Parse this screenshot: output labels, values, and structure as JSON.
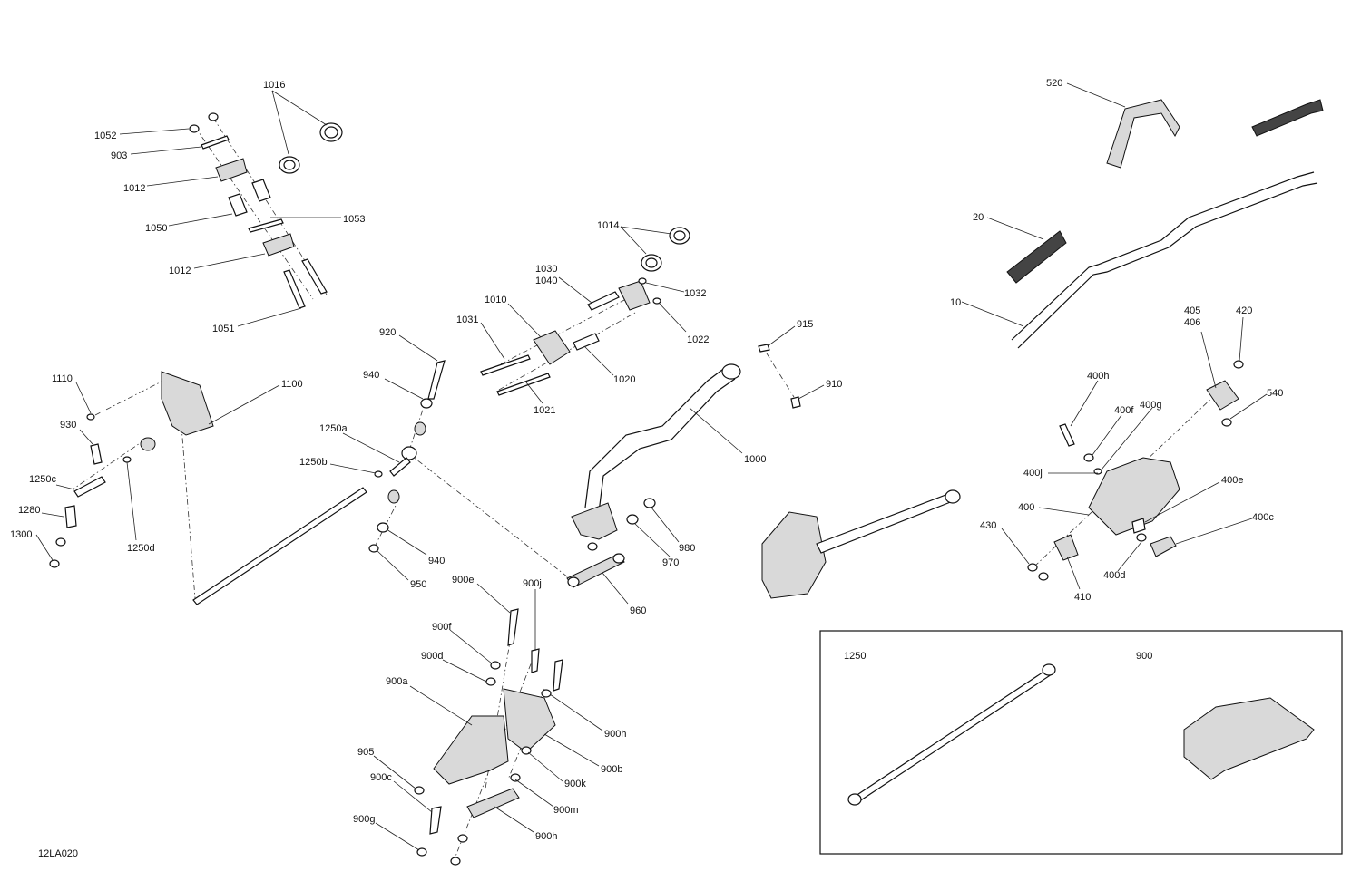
{
  "diagram_id": "12LA020",
  "callouts": {
    "c1016": "1016",
    "c1052": "1052",
    "c903": "903",
    "c1012a": "1012",
    "c1050": "1050",
    "c1053": "1053",
    "c1012b": "1012",
    "c1051": "1051",
    "c1014": "1014",
    "c1030": "1030",
    "c1040": "1040",
    "c1010": "1010",
    "c1032": "1032",
    "c1031": "1031",
    "c1022": "1022",
    "c1020": "1020",
    "c1021": "1021",
    "c920": "920",
    "c940a": "940",
    "c915": "915",
    "c910": "910",
    "c1110": "1110",
    "c1100": "1100",
    "c930": "930",
    "c1250a": "1250a",
    "c1250b": "1250b",
    "c1250c": "1250c",
    "c1280": "1280",
    "c1300": "1300",
    "c1250d": "1250d",
    "c1000": "1000",
    "c940b": "940",
    "c950": "950",
    "c980": "980",
    "c970": "970",
    "c960": "960",
    "c900e": "900e",
    "c900j": "900j",
    "c900f": "900f",
    "c900d": "900d",
    "c900a": "900a",
    "c900h1": "900h",
    "c900b": "900b",
    "c905": "905",
    "c900k": "900k",
    "c900c": "900c",
    "c900m": "900m",
    "c900g": "900g",
    "c900h2": "900h",
    "c520": "520",
    "c20": "20",
    "c10": "10",
    "c405": "405",
    "c406": "406",
    "c420": "420",
    "c400h": "400h",
    "c540": "540",
    "c400f": "400f",
    "c400g": "400g",
    "c400j": "400j",
    "c400e": "400e",
    "c400": "400",
    "c400c": "400c",
    "c430": "430",
    "c400d": "400d",
    "c410": "410"
  },
  "inset": {
    "label_left": "1250",
    "label_right": "900"
  }
}
